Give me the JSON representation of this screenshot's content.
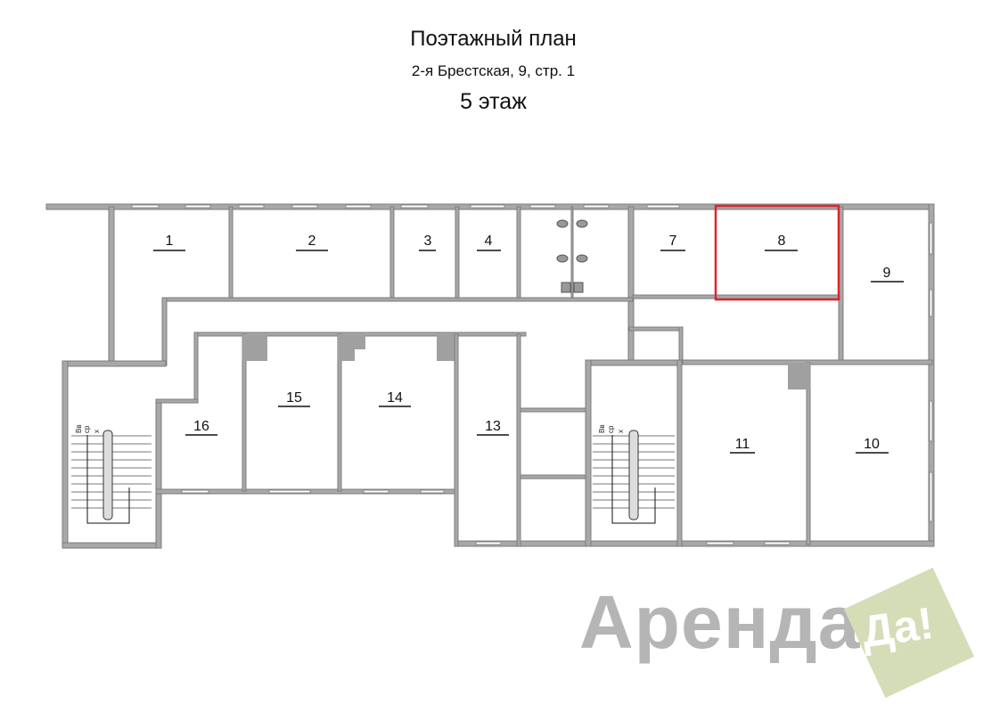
{
  "header": {
    "title": "Поэтажный план",
    "address": "2-я Брестская, 9, стр. 1",
    "floor": "5 этаж"
  },
  "rooms": [
    "1",
    "2",
    "3",
    "4",
    "7",
    "8",
    "9",
    "10",
    "11",
    "13",
    "14",
    "15",
    "16"
  ],
  "selected_room": "8",
  "stairs": {
    "labels": [
      "Вв",
      "ср",
      "х"
    ]
  },
  "logo": {
    "text": "Аренда",
    "badge": "Да!"
  },
  "colors": {
    "highlight": "#e0242b",
    "wall": "#a8a8a8",
    "logo_green": "#d5ddb7",
    "logo_gray": "#b5b5b5"
  }
}
